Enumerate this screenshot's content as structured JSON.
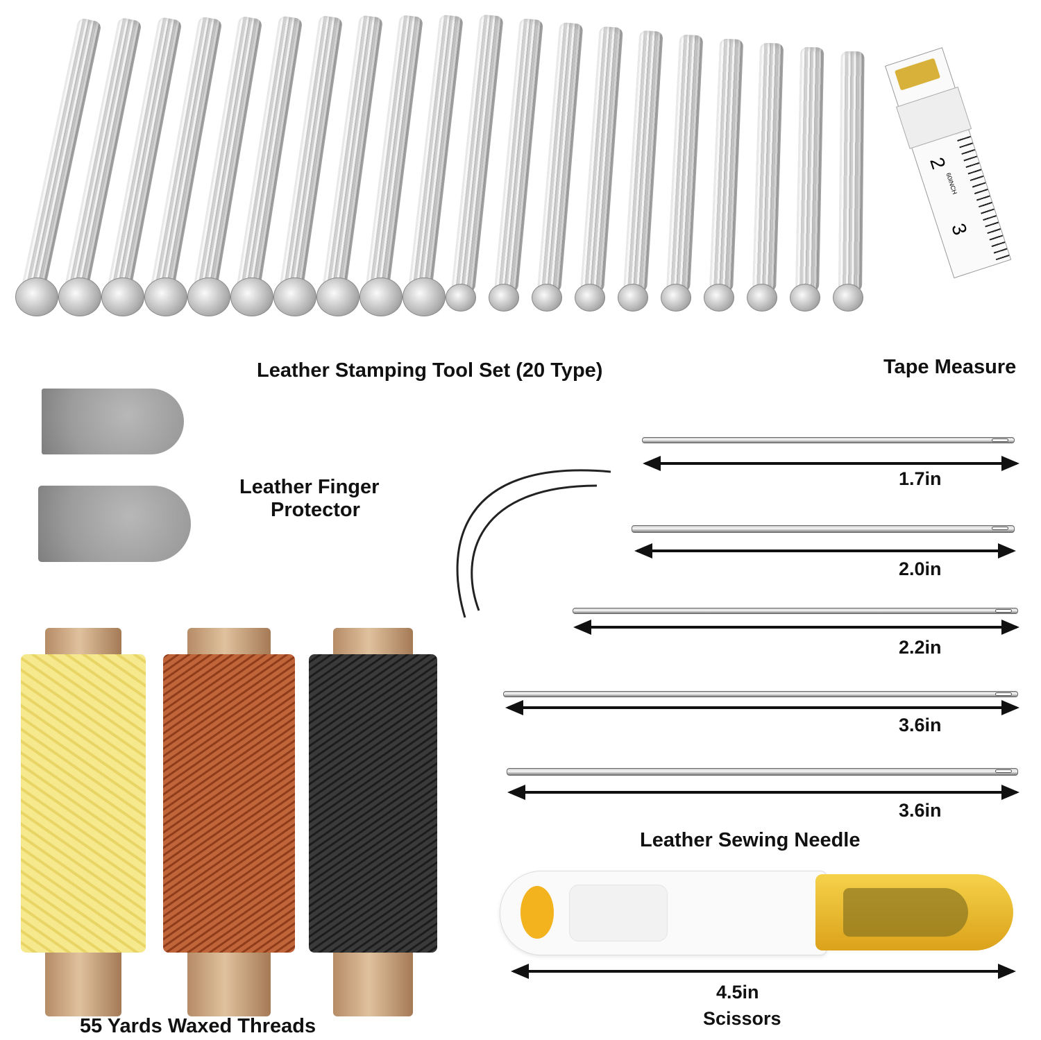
{
  "image": {
    "description": "Leather craft kit product photo on white background",
    "background": "#ffffff"
  },
  "items": {
    "stamping_tools": {
      "label": "Leather Stamping Tool Set (20 Type)",
      "count": 20,
      "color": "#d6d6d6"
    },
    "tape_measure": {
      "label": "Tape Measure",
      "markings": [
        "2",
        "60INCH",
        "3"
      ],
      "clip_color": "#d8b13a"
    },
    "finger_protector": {
      "label_line1": "Leather Finger",
      "label_line2": "Protector",
      "color": "#9e9e9e"
    },
    "needles": {
      "label": "Leather Sewing Needle",
      "sizes": [
        "1.7in",
        "2.0in",
        "2.2in",
        "3.6in",
        "3.6in"
      ],
      "curved_count": 2
    },
    "threads": {
      "label": "55 Yards Waxed Threads",
      "colors": [
        "#f3e27a",
        "#b45a2c",
        "#2b2b2b"
      ],
      "core_color": "#d2a97f"
    },
    "scissors": {
      "label": "Scissors",
      "size": "4.5in",
      "accent_color": "#f2b31e"
    }
  }
}
